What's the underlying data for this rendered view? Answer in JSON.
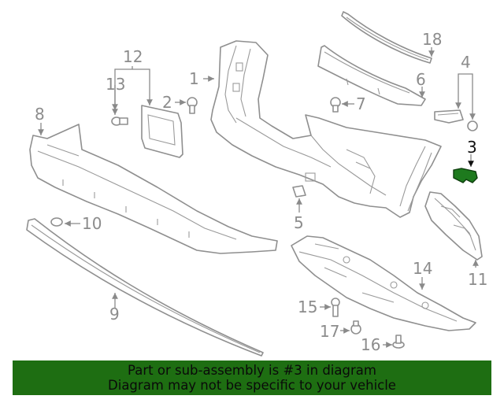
{
  "highlight_color": "#1e7a1e",
  "callouts": {
    "c1": "1",
    "c2": "2",
    "c3": "3",
    "c4": "4",
    "c5": "5",
    "c6": "6",
    "c7": "7",
    "c8": "8",
    "c9": "9",
    "c10": "10",
    "c11": "11",
    "c12": "12",
    "c13": "13",
    "c14": "14",
    "c15": "15",
    "c16": "16",
    "c17": "17",
    "c18": "18"
  },
  "banner": {
    "line1": "Part or sub-assembly is #3 in diagram",
    "line2": "Diagram may not be specific to your vehicle"
  }
}
